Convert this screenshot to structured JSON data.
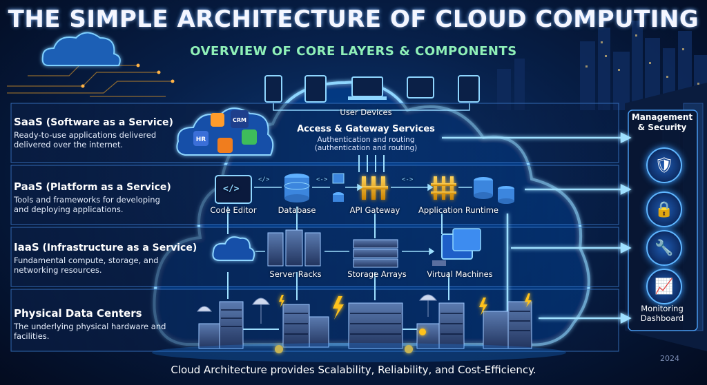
{
  "title": "THE SIMPLE ARCHITECTURE OF CLOUD COMPUTING",
  "subtitle": "OVERVIEW OF CORE LAYERS & COMPONENTS",
  "layers": [
    {
      "name": "SaaS",
      "full": "(Software as a Service)",
      "desc": "Ready-to-use applications delivered delivered over the internet."
    },
    {
      "name": "PaaS",
      "full": "(Platform as a Service)",
      "desc": "Tools and frameworks for developing and deploying applications."
    },
    {
      "name": "IaaS",
      "full": "(Infrastructure as a Service)",
      "desc": "Fundamental compute, storage, and networking resources."
    },
    {
      "name": "Physical Data Centers",
      "full": "",
      "desc": "The underlying physical hardware and facilities."
    }
  ],
  "saas_apps": [
    "HR",
    "CRM"
  ],
  "user_devices_label": "User Devices",
  "gateway": {
    "title": "Access & Gateway Services",
    "line1": "Authentication and routing",
    "line2": "(authentication and routing)"
  },
  "paas_components": [
    "Code Editor",
    "Database",
    "API Gateway",
    "Application Runtime"
  ],
  "code_symbols": [
    "</>",
    "</>",
    "<->",
    "<->"
  ],
  "iaas_components": [
    "Server Racks",
    "Storage Arrays",
    "Virtual Machines"
  ],
  "management": {
    "title": "Management & Security",
    "monitoring": "Monitoring Dashboard"
  },
  "footer": "Cloud Architecture provides Scalability, Reliability, and Cost-Efficiency.",
  "year": "2024",
  "colors": {
    "accent": "#3fa9ff",
    "glow": "#7fd0ff",
    "subtitle": "#8ff0b8",
    "bolt": "#ffc21a",
    "gold": "#f2a516"
  },
  "icons": [
    "shield-icon",
    "lock-icon",
    "wrench-icon",
    "chart-icon",
    "monitor-icon",
    "server-icon",
    "database-icon",
    "lightning-icon",
    "satellite-icon",
    "cloud-icon",
    "phone-icon",
    "tablet-icon",
    "laptop-icon"
  ]
}
